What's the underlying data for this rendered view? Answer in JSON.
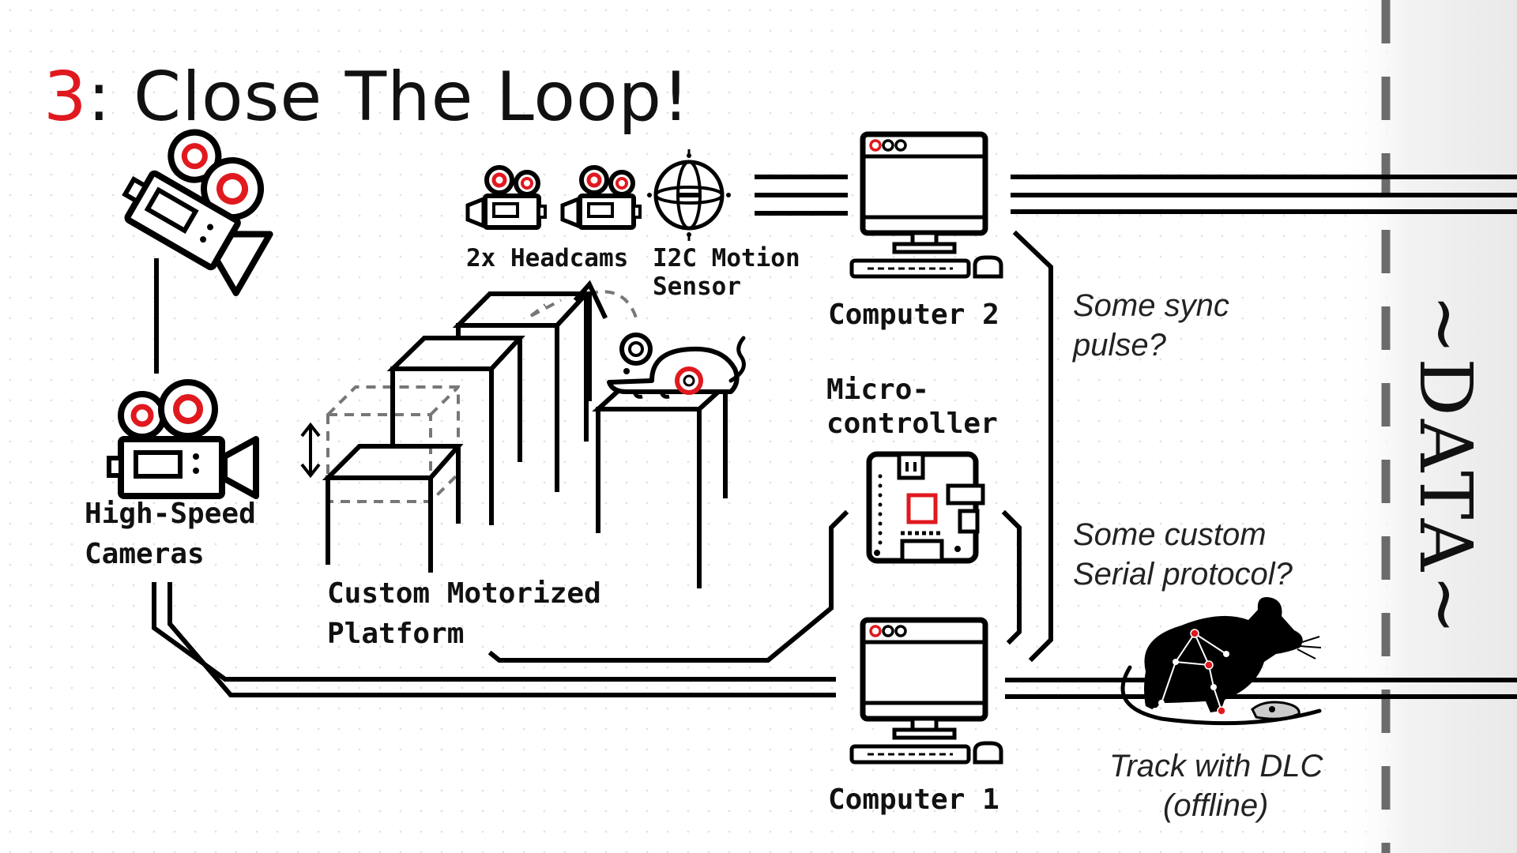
{
  "title": {
    "number": "3",
    "text": ": Close The Loop!"
  },
  "labels": {
    "high_speed_line1": "High-Speed",
    "high_speed_line2": "Cameras",
    "headcams": "2x Headcams",
    "motion_line1": "I2C Motion",
    "motion_line2": "Sensor",
    "computer2": "Computer 2",
    "computer1": "Computer 1",
    "micro_line1": "Micro-",
    "micro_line2": "controller",
    "platform_line1": "Custom Motorized",
    "platform_line2": "Platform"
  },
  "notes": {
    "sync_line1": "Some sync",
    "sync_line2": "pulse?",
    "serial_line1": "Some custom",
    "serial_line2": "Serial protocol?",
    "track_line1": "Track with DLC",
    "track_line2": "(offline)"
  },
  "data_label": "~DATA~",
  "colors": {
    "accent": "#e0191f",
    "ink": "#111111",
    "panel": "#f0f0f0"
  },
  "icons": [
    "video-camera-icon",
    "motion-sensor-icon",
    "computer-icon",
    "microcontroller-icon",
    "mouse-icon",
    "platform-icon"
  ]
}
